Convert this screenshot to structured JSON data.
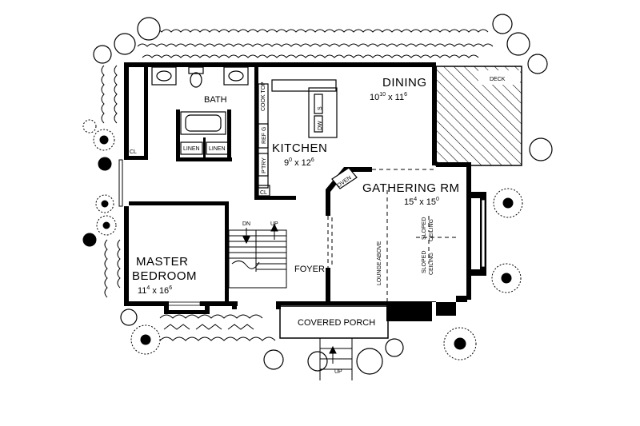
{
  "rooms": {
    "bath": "BATH",
    "linen_1": "LINEN",
    "linen_2": "LINEN",
    "cl_master": "CL",
    "cl_kitchen": "CL",
    "kitchen_name": "KITCHEN",
    "kitchen_dim_a": "9",
    "kitchen_dim_a_sup": "0",
    "kitchen_dim_b": " x  12",
    "kitchen_dim_b_sup": "6",
    "dining_name": "DINING",
    "dining_dim_a": "10",
    "dining_dim_a_sup": "10",
    "dining_dim_b": " x  11",
    "dining_dim_b_sup": "6",
    "deck": "DECK",
    "gathering_name": "GATHERING RM",
    "gathering_dim_a": "15",
    "gathering_dim_a_sup": "4",
    "gathering_dim_b": " x  15",
    "gathering_dim_b_sup": "0",
    "master_name_1": "MASTER",
    "master_name_2": "BEDROOM",
    "master_dim_a": "11",
    "master_dim_a_sup": "4",
    "master_dim_b": " x  16",
    "master_dim_b_sup": "6",
    "foyer": "FOYER",
    "porch": "COVERED PORCH"
  },
  "fixtures": {
    "cook_top": "COOK TOP",
    "sink": "S",
    "dw": "DW",
    "refg": "REF G",
    "pantry": "P'TRY",
    "oven": "OVEN",
    "stair_dn": "DN",
    "stair_up": "UP",
    "walk_up": "UP",
    "lounge_above": "LOUNGE ABOVE",
    "sloped_1": "SLOPED",
    "ceiling_1": "CEILING",
    "sloped_2": "SLOPED",
    "ceiling_2": "CEILING"
  }
}
